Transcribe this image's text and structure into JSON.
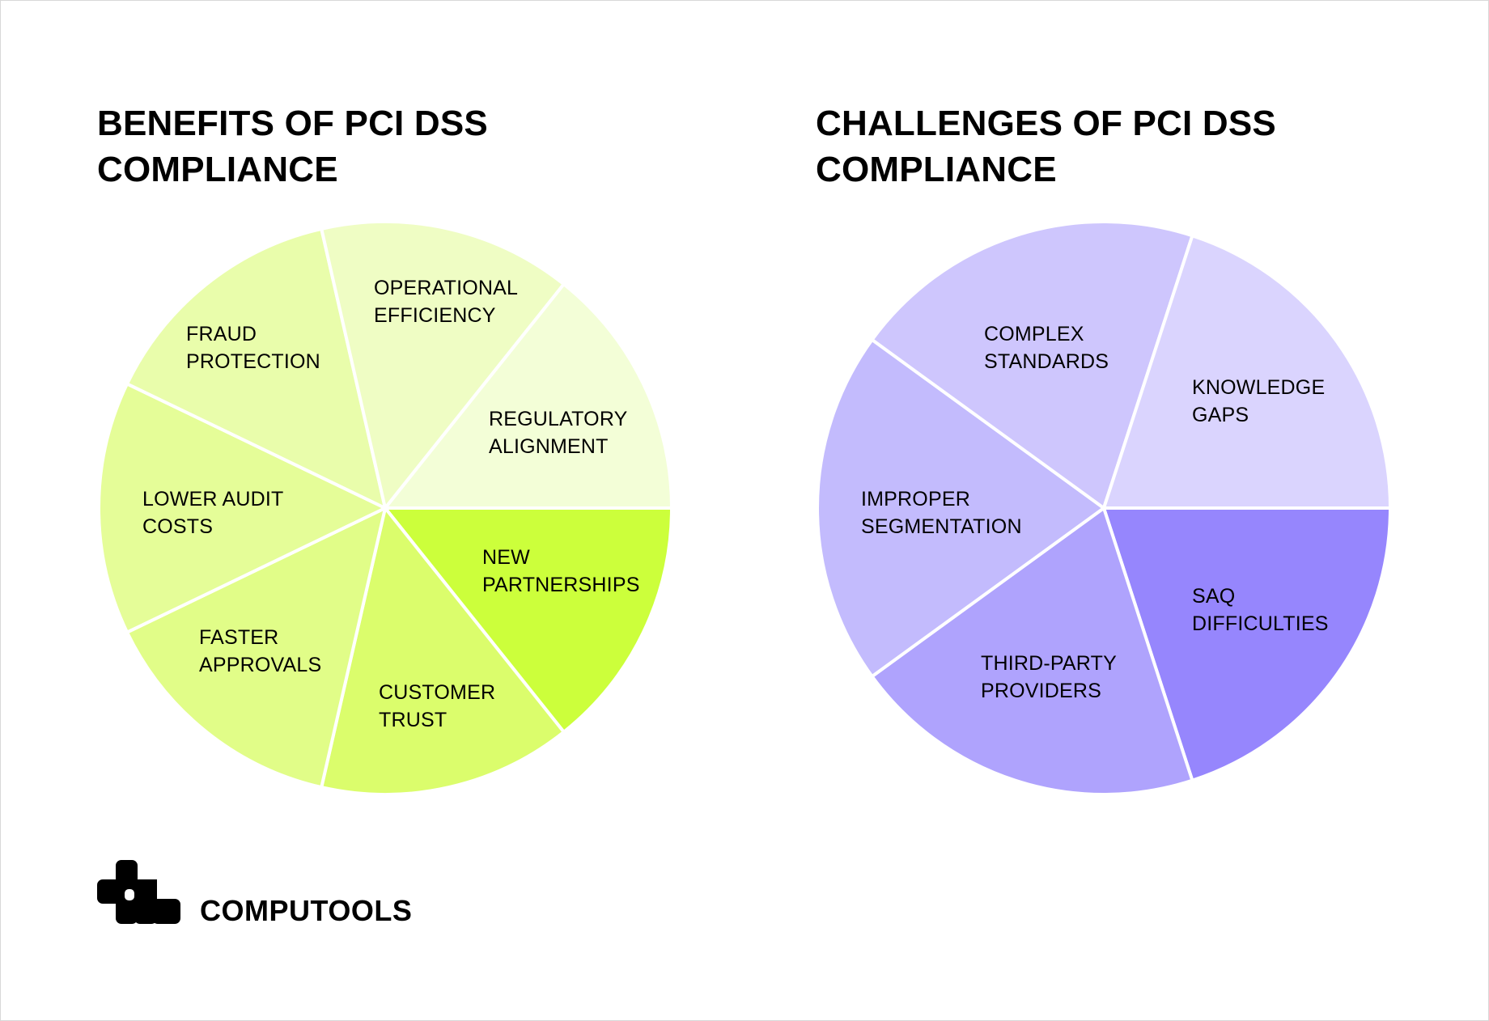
{
  "chart_data": [
    {
      "type": "pie",
      "title": "BENEFITS OF PCI DSS COMPLIANCE",
      "title_lines": [
        "BENEFITS OF PCI DSS",
        "COMPLIANCE"
      ],
      "start_angle_deg": 0,
      "direction": "clockwise",
      "slices": [
        {
          "label": "NEW PARTNERSHIPS",
          "lines": [
            "NEW",
            "PARTNERSHIPS"
          ],
          "value": 1,
          "color": "#ccff3b"
        },
        {
          "label": "CUSTOMER TRUST",
          "lines": [
            "CUSTOMER",
            "TRUST"
          ],
          "value": 1,
          "color": "#dbfd6c"
        },
        {
          "label": "FASTER APPROVALS",
          "lines": [
            "FASTER",
            "APPROVALS"
          ],
          "value": 1,
          "color": "#e1fd88"
        },
        {
          "label": "LOWER AUDIT COSTS",
          "lines": [
            "LOWER AUDIT",
            "COSTS"
          ],
          "value": 1,
          "color": "#e5fd98"
        },
        {
          "label": "FRAUD PROTECTION",
          "lines": [
            "FRAUD",
            "PROTECTION"
          ],
          "value": 1,
          "color": "#e9fdab"
        },
        {
          "label": "OPERATIONAL EFFICIENCY",
          "lines": [
            "OPERATIONAL",
            "EFFICIENCY"
          ],
          "value": 1,
          "color": "#effdc4"
        },
        {
          "label": "REGULATORY ALIGNMENT",
          "lines": [
            "REGULATORY",
            "ALIGNMENT"
          ],
          "value": 1,
          "color": "#f3fed7"
        }
      ]
    },
    {
      "type": "pie",
      "title": "CHALLENGES OF PCI DSS COMPLIANCE",
      "title_lines": [
        "CHALLENGES OF PCI DSS",
        "COMPLIANCE"
      ],
      "start_angle_deg": 0,
      "direction": "clockwise",
      "slices": [
        {
          "label": "SAQ DIFFICULTIES",
          "lines": [
            "SAQ",
            "DIFFICULTIES"
          ],
          "value": 1,
          "color": "#9686fd"
        },
        {
          "label": "THIRD-PARTY PROVIDERS",
          "lines": [
            "THIRD-PARTY",
            "PROVIDERS"
          ],
          "value": 1,
          "color": "#afa3fd"
        },
        {
          "label": "IMPROPER SEGMENTATION",
          "lines": [
            "IMPROPER",
            "SEGMENTATION"
          ],
          "value": 1,
          "color": "#c3bbfd"
        },
        {
          "label": "COMPLEX STANDARDS",
          "lines": [
            "COMPLEX",
            "STANDARDS"
          ],
          "value": 1,
          "color": "#cec6fd"
        },
        {
          "label": "KNOWLEDGE GAPS",
          "lines": [
            "KNOWLEDGE",
            "GAPS"
          ],
          "value": 1,
          "color": "#dad4fe"
        }
      ]
    }
  ],
  "brand": {
    "name": "COMPUTOOLS",
    "logo_color": "#000000"
  }
}
